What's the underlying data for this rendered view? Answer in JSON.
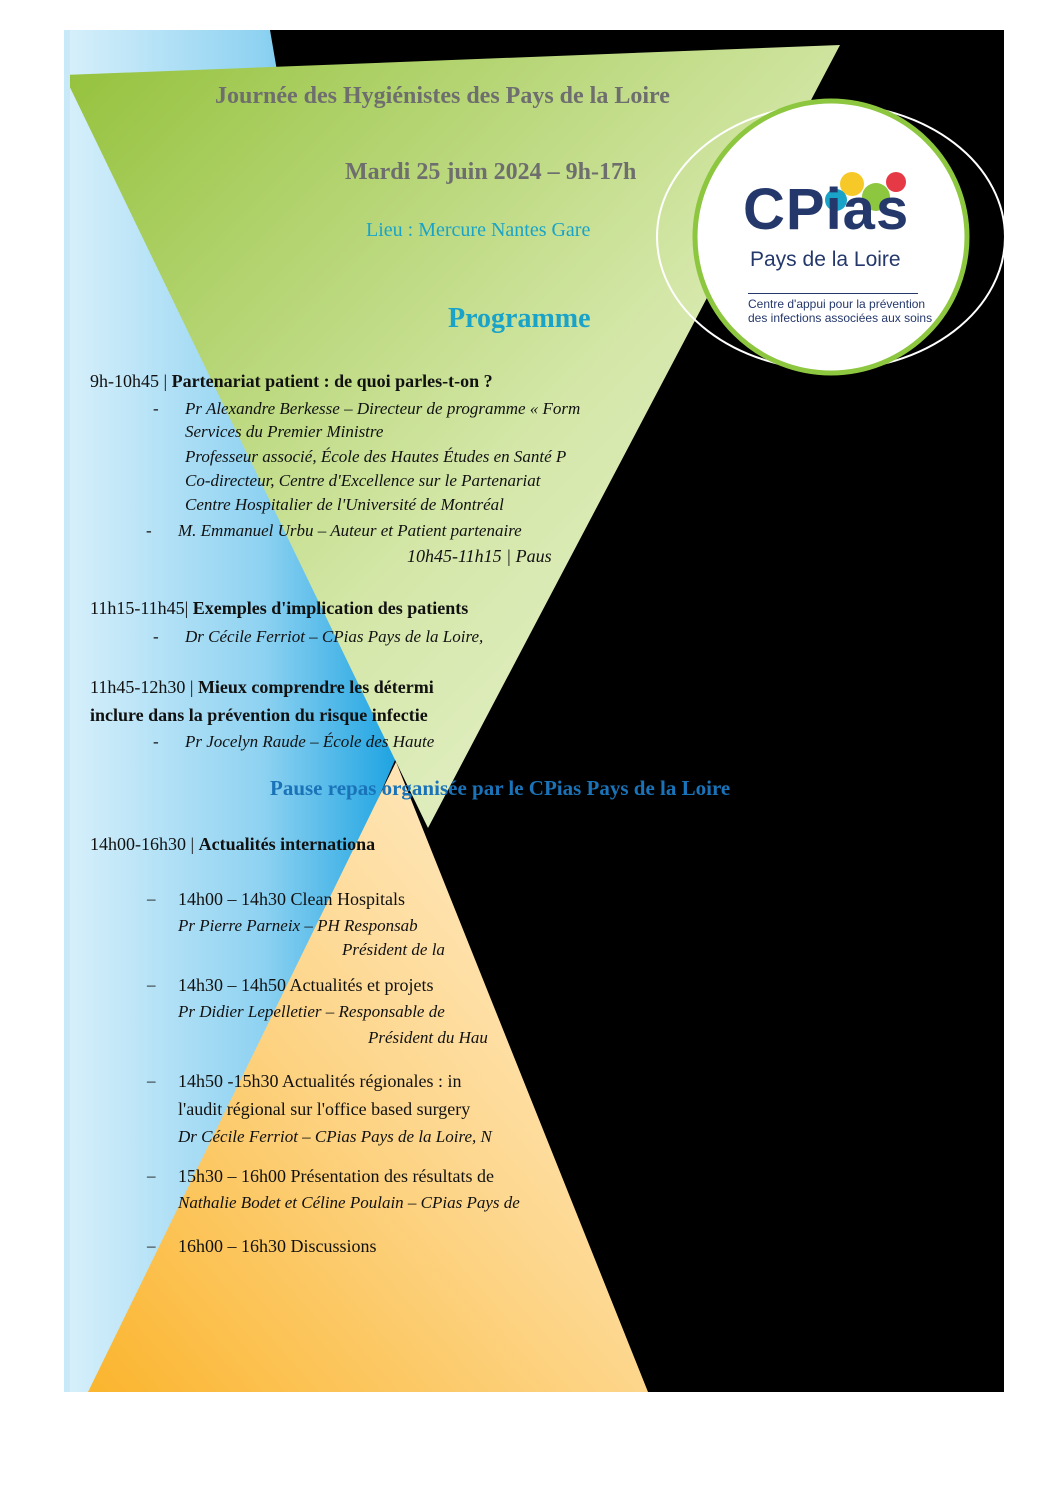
{
  "header": {
    "title": "Journée des Hygiénistes des Pays de la Loire",
    "date": "Mardi 25 juin 2024 – 9h-17h",
    "venue": "Lieu : Mercure Nantes Gare",
    "programme": "Programme"
  },
  "logo": {
    "name": "CPias",
    "region": "Pays de la Loire",
    "tagline_1": "Centre d'appui pour la prévention",
    "tagline_2": "des infections associées aux soins",
    "dot_colors": [
      "#f6c928",
      "#1aa3c9",
      "#8dc63f",
      "#e63946"
    ]
  },
  "colors": {
    "green_triangle": "#9cc43d",
    "blue_band": "#29a8e0",
    "orange_triangle": "#fbb434",
    "black_panel": "#000000"
  },
  "sessions": {
    "s1": {
      "time": "9h-10h45 | ",
      "title": "Partenariat patient : de quoi parles-t-on ?",
      "sp1_l1": "Pr Alexandre Berkesse – Directeur de programme « Form",
      "sp1_l2": "Services du Premier Ministre",
      "sp1_l3": "Professeur associé, École des Hautes Études en Santé P",
      "sp1_l4": "Co-directeur, Centre d'Excellence sur le Partenariat",
      "sp1_l5": "Centre Hospitalier de l'Université de Montréal",
      "sp2": "M. Emmanuel Urbu – Auteur et Patient partenaire",
      "break": "10h45-11h15 | Paus"
    },
    "s2": {
      "time": "11h15-11h45| ",
      "title": "Exemples d'implication des patients",
      "speaker": "Dr Cécile Ferriot – CPias Pays de la Loire,"
    },
    "s3": {
      "time": "11h45-12h30 | ",
      "title_l1": "Mieux comprendre les détermi",
      "title_l2": "inclure dans la prévention du risque infectie",
      "speaker": "Pr Jocelyn Raude – École des Haute"
    },
    "lunch": "Pause repas organisée par le CPias Pays de la Loire",
    "s4": {
      "time": "14h00-16h30 | ",
      "title": "Actualités internationa",
      "items": [
        {
          "line1": "14h00 – 14h30 Clean Hospitals",
          "line2": "Pr Pierre Parneix – PH Responsab",
          "line3": "Président de la"
        },
        {
          "line1": "14h30 – 14h50 Actualités et projets",
          "line2": "Pr Didier Lepelletier – Responsable de",
          "line3": "Président du Hau"
        },
        {
          "line1": "14h50 -15h30 Actualités régionales : in",
          "line2": "l'audit régional sur l'office based surgery",
          "line3": "Dr Cécile Ferriot – CPias Pays de la Loire, N"
        },
        {
          "line1": "15h30 – 16h00 Présentation des résultats de",
          "line2": "Nathalie Bodet et Céline Poulain – CPias Pays de"
        },
        {
          "line1": "16h00 – 16h30 Discussions"
        }
      ]
    }
  }
}
